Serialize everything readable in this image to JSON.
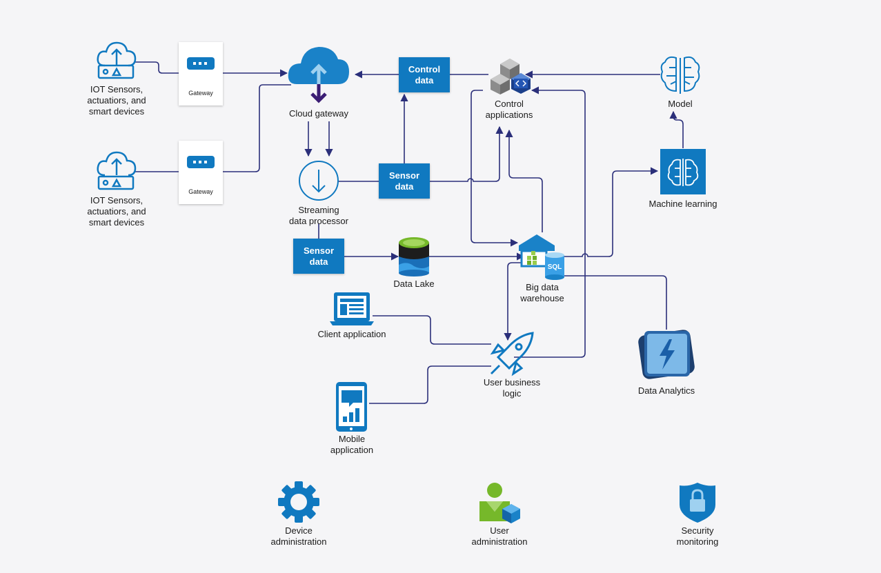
{
  "nodes": {
    "iot_sensors_1": {
      "line1": "IOT Sensors,",
      "line2": "actuatiors, and",
      "line3": "smart devices"
    },
    "iot_sensors_2": {
      "line1": "IOT Sensors,",
      "line2": "actuatiors, and",
      "line3": "smart devices"
    },
    "gateway_1": {
      "label": "Gateway"
    },
    "gateway_2": {
      "label": "Gateway"
    },
    "cloud_gateway": {
      "label": "Cloud gateway"
    },
    "streaming_processor": {
      "line1": "Streaming",
      "line2": "data processor"
    },
    "control_data": {
      "line1": "Control",
      "line2": "data"
    },
    "sensor_data_1": {
      "line1": "Sensor",
      "line2": "data"
    },
    "sensor_data_2": {
      "line1": "Sensor",
      "line2": "data"
    },
    "control_applications": {
      "line1": "Control",
      "line2": "applications"
    },
    "model": {
      "label": "Model"
    },
    "machine_learning": {
      "label": "Machine learning"
    },
    "data_lake": {
      "label": "Data Lake"
    },
    "big_data_warehouse": {
      "line1": "Big data",
      "line2": "warehouse",
      "sql_text": "SQL"
    },
    "client_application": {
      "label": "Client application"
    },
    "user_business_logic": {
      "line1": "User business",
      "line2": "logic"
    },
    "mobile_application": {
      "line1": "Mobile",
      "line2": "application"
    },
    "data_analytics": {
      "label": "Data Analytics"
    }
  },
  "admin": {
    "device": {
      "line1": "Device",
      "line2": "administration"
    },
    "user": {
      "line1": "User",
      "line2": "administration"
    },
    "security": {
      "line1": "Security",
      "line2": "monitoring"
    }
  },
  "colors": {
    "accent": "#1079c0",
    "line": "#2b2f7a",
    "arrow_dark": "#3b1d74",
    "panel": "#f5f5f7"
  },
  "icons": [
    "cloud-upload-icon",
    "router-icon",
    "cloud-icon",
    "stream-arrow-icon",
    "cubes-icon",
    "brain-circuit-icon",
    "machine-learning-icon",
    "database-icon",
    "warehouse-icon",
    "sql-database-icon",
    "laptop-icon",
    "rocket-icon",
    "phone-icon",
    "lightning-icon",
    "gear-icon",
    "user-icon",
    "shield-lock-icon"
  ]
}
